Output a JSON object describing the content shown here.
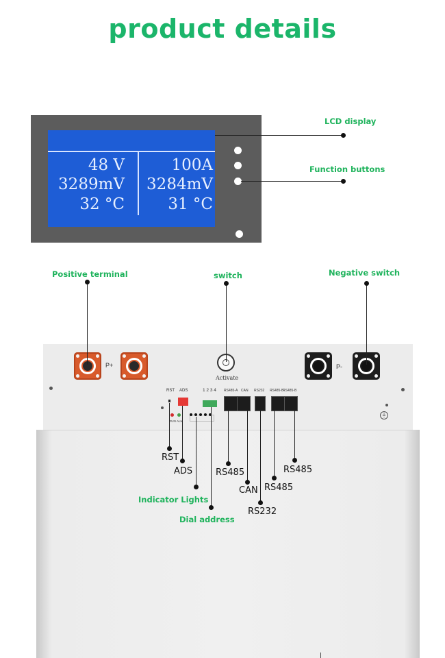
{
  "title": "product details",
  "lcd": {
    "row1_left": "48 V",
    "row1_right": "100A",
    "row2_left": "3289mV",
    "row2_right": "3284mV",
    "row3_left": "32 °C",
    "row3_right": "31 °C"
  },
  "labels": {
    "lcd_display": "LCD display",
    "function_buttons": "Function buttons",
    "positive_terminal": "Positive terminal",
    "switch": "switch",
    "negative_switch": "Negative switch",
    "indicator_lights": "Indicator Lights",
    "dial_address": "Dial address"
  },
  "panel": {
    "p_plus": "P+",
    "p_minus": "P-",
    "activate": "Activate",
    "rst": "RST",
    "ads": "ADS",
    "dip_numbers": "1 2 3 4",
    "run": "RUN",
    "alm": "ALM",
    "port_rs485a": "RS485-A",
    "port_can": "CAN",
    "port_rs232": "RS232",
    "port_rs485b1": "RS485-B",
    "port_rs485b2": "RS485-B"
  },
  "callouts": {
    "rst": "RST",
    "ads": "ADS",
    "rs485_1": "RS485",
    "can": "CAN",
    "rs232": "RS232",
    "rs485_2": "RS485",
    "rs485_3": "RS485"
  },
  "colors": {
    "title_green": "#1bb56a",
    "label_green": "#1fb35c",
    "lcd_blue": "#1e5dd6",
    "terminal_red": "#d85a2b"
  }
}
